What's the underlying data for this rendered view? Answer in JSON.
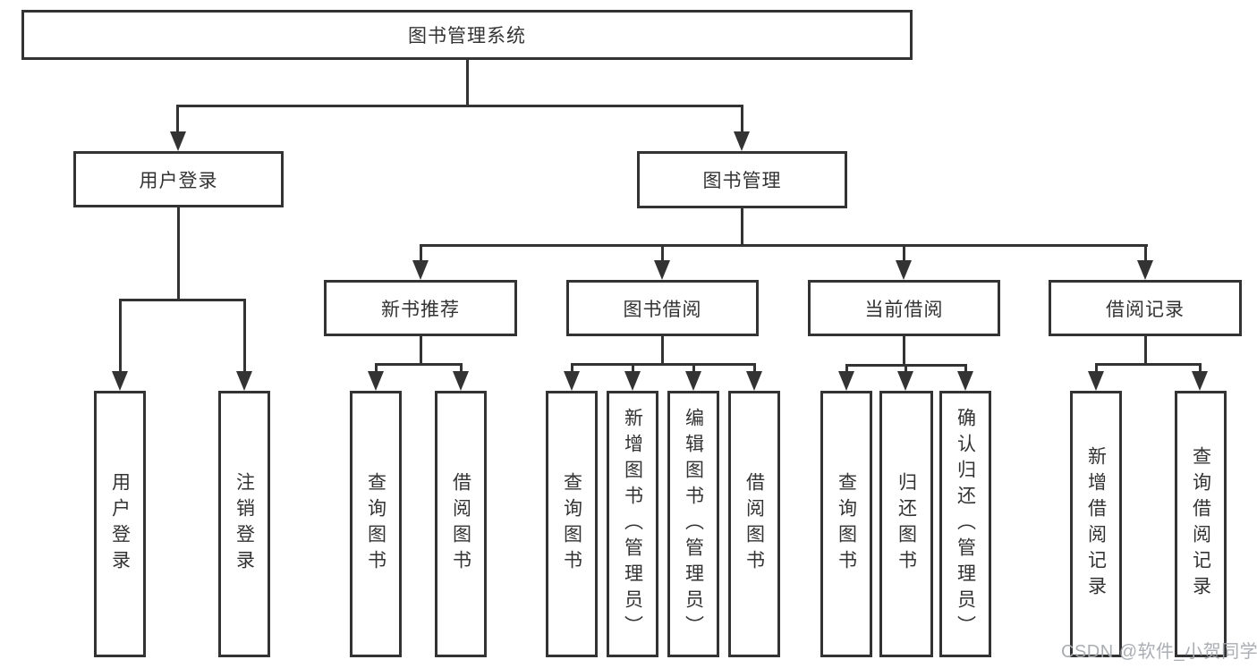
{
  "diagram": {
    "title": "图书管理系统",
    "line_color": "#333333",
    "text_color": "#333333",
    "nodes": {
      "root": "图书管理系统",
      "user_login": "用户登录",
      "book_management": "图书管理",
      "new_book_recommend": "新书推荐",
      "book_borrowing": "图书借阅",
      "current_borrowing": "当前借阅",
      "borrowing_records": "借阅记录",
      "leaf_user_login": "用户登录",
      "leaf_logout": "注销登录",
      "leaf_recommend_query_books": "查询图书",
      "leaf_recommend_borrow_books": "借阅图书",
      "leaf_borrowing_query_books": "查询图书",
      "leaf_borrowing_add_books": "新增图书（管理员）",
      "leaf_borrowing_edit_books": "编辑图书（管理员）",
      "leaf_borrowing_borrow_books": "借阅图书",
      "leaf_current_query_books": "查询图书",
      "leaf_current_return_books": "归还图书",
      "leaf_current_confirm_return": "确认归还（管理员）",
      "leaf_records_add_record": "新增借阅记录",
      "leaf_records_query_record": "查询借阅记录"
    }
  },
  "watermark": {
    "text": "CSDN @软件_小贺同学",
    "color": "#a5aaaf"
  }
}
